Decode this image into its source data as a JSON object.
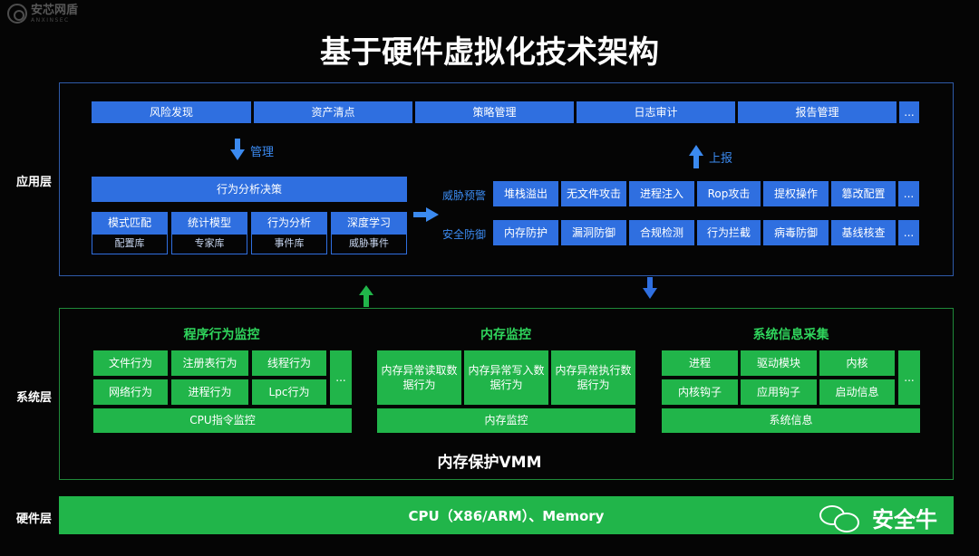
{
  "logo": {
    "cn": "安芯网盾",
    "en": "ANXINSEC"
  },
  "title": "基于硬件虚拟化技术架构",
  "layers": {
    "app": "应用层",
    "sys": "系统层",
    "hw": "硬件层"
  },
  "app": {
    "top_row": [
      "风险发现",
      "资产清点",
      "策略管理",
      "日志审计",
      "报告管理",
      "..."
    ],
    "manage_label": "管理",
    "report_label": "上报",
    "decision": "行为分析决策",
    "analysis": [
      {
        "top": "模式匹配",
        "bottom": "配置库"
      },
      {
        "top": "统计模型",
        "bottom": "专家库"
      },
      {
        "top": "行为分析",
        "bottom": "事件库"
      },
      {
        "top": "深度学习",
        "bottom": "威胁事件"
      }
    ],
    "threat_label": "威胁预警",
    "threat_items": [
      "堆栈溢出",
      "无文件攻击",
      "进程注入",
      "Rop攻击",
      "提权操作",
      "篡改配置",
      "..."
    ],
    "defense_label": "安全防御",
    "defense_items": [
      "内存防护",
      "漏洞防御",
      "合规检测",
      "行为拦截",
      "病毒防御",
      "基线核查",
      "..."
    ]
  },
  "sys": {
    "prog": {
      "title": "程序行为监控",
      "items": [
        "文件行为",
        "注册表行为",
        "线程行为",
        "网络行为",
        "进程行为",
        "Lpc行为"
      ],
      "more": "...",
      "footer": "CPU指令监控"
    },
    "mem": {
      "title": "内存监控",
      "items": [
        "内存异常读取数据行为",
        "内存异常写入数据行为",
        "内存异常执行数据行为"
      ],
      "footer": "内存监控"
    },
    "info": {
      "title": "系统信息采集",
      "items": [
        "进程",
        "驱动模块",
        "内核",
        "内核钩子",
        "应用钩子",
        "启动信息"
      ],
      "more": "...",
      "footer": "系统信息"
    },
    "vmm": "内存保护VMM"
  },
  "hw": {
    "bar": "CPU（X86/ARM）、Memory"
  },
  "watermark": "安全牛",
  "colors": {
    "blue": "#2f6fe0",
    "green": "#21b54a",
    "frame_blue": "#2e5aa8",
    "frame_green": "#1f8a3a"
  }
}
